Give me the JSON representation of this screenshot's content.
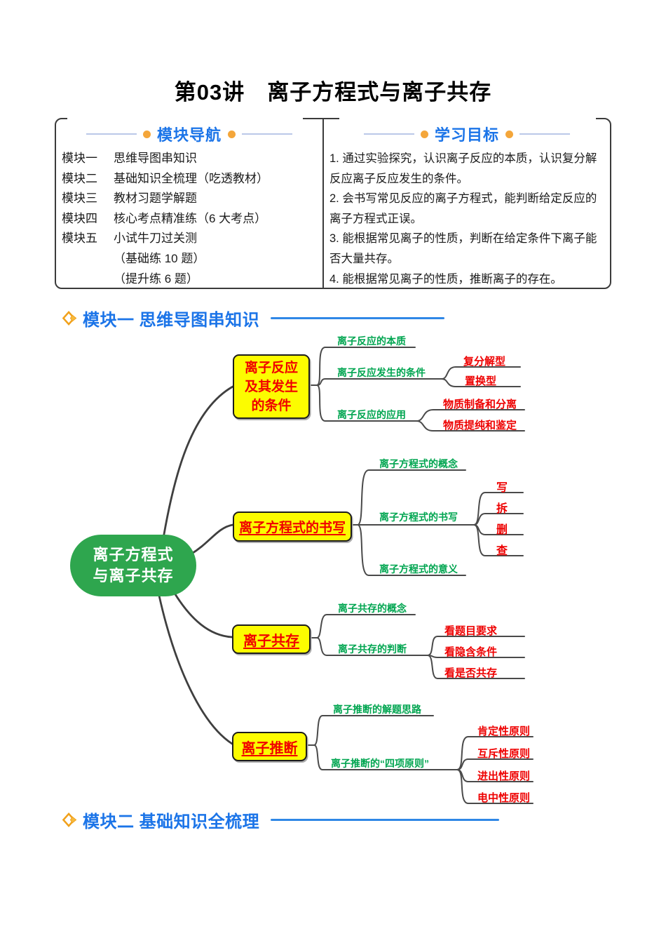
{
  "title": "第03讲　离子方程式与离子共存",
  "nav_box": {
    "header": "模块导航",
    "items": [
      {
        "label": "模块一",
        "text": "思维导图串知识"
      },
      {
        "label": "模块二",
        "text": "基础知识全梳理（吃透教材）"
      },
      {
        "label": "模块三",
        "text": "教材习题学解题"
      },
      {
        "label": "模块四",
        "text": "核心考点精准练（6 大考点）"
      },
      {
        "label": "模块五",
        "text": "小试牛刀过关测"
      },
      {
        "label": "",
        "text": "（基础练 10 题）"
      },
      {
        "label": "",
        "text": "（提升练 6 题）"
      }
    ]
  },
  "objectives_box": {
    "header": "学习目标",
    "lines": [
      "1. 通过实验探究，认识离子反应的本质，认识复分解",
      "反应离子反应发生的条件。",
      "2. 会书写常见反应的离子方程式，能判断给定反应的",
      "离子方程式正误。",
      "3. 能根据常见离子的性质，判断在给定条件下离子能",
      "否大量共存。",
      "4. 能根据常见离子的性质，推断离子的存在。"
    ]
  },
  "section1": {
    "title": "模块一 思维导图串知识"
  },
  "section2": {
    "title": "模块二 基础知识全梳理"
  },
  "mindmap": {
    "root_line1": "离子方程式",
    "root_line2": "与离子共存",
    "b1_line1": "离子反应",
    "b1_line2": "及其发生",
    "b1_line3": "的条件",
    "b1c1": "离子反应的本质",
    "b1c2": "离子反应发生的条件",
    "b1c2a": "复分解型",
    "b1c2b": "置换型",
    "b1c3": "离子反应的应用",
    "b1c3a": "物质制备和分离",
    "b1c3b": "物质提纯和鉴定",
    "b2": "离子方程式的书写",
    "b2c1": "离子方程式的概念",
    "b2c2": "离子方程式的书写",
    "b2c2a": "写",
    "b2c2b": "拆",
    "b2c2c": "删",
    "b2c2d": "查",
    "b2c3": "离子方程式的意义",
    "b3": "离子共存",
    "b3c1": "离子共存的概念",
    "b3c2": "离子共存的判断",
    "b3c2a": "看题目要求",
    "b3c2b": "看隐含条件",
    "b3c2c": "看是否共存",
    "b4": "离子推断",
    "b4c1": "离子推断的解题思路",
    "b4c2": "离子推断的“四项原则”",
    "b4c2a": "肯定性原则",
    "b4c2b": "互斥性原则",
    "b4c2c": "进出性原则",
    "b4c2d": "电中性原则"
  },
  "colors": {
    "accent_blue": "#1b74e8",
    "line_blue": "#2f87e6",
    "dot_orange": "#f4a63a",
    "node_green": "#2ea64e",
    "label_green": "#00a550",
    "label_red": "#ee0000",
    "branch_yellow": "#fcfc00",
    "connector_gray": "#4a4a4a"
  }
}
